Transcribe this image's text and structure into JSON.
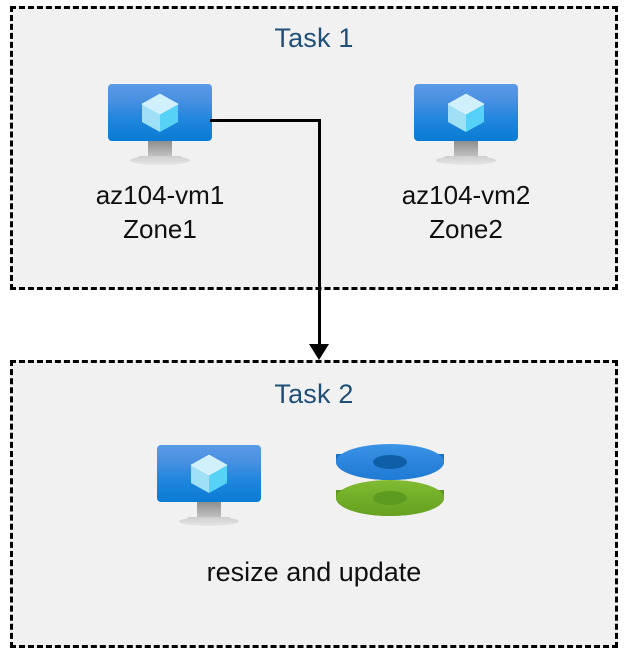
{
  "diagram": {
    "background_color": "#ffffff",
    "box_fill_color": "#f1f1f1",
    "box_border_color": "#000000",
    "title_color": "#1F4E79",
    "label_color": "#101010",
    "connector_color": "#000000"
  },
  "task1": {
    "title": "Task 1",
    "vms": [
      {
        "icon": "virtual-machine-icon",
        "name": "az104-vm1",
        "zone": "Zone1"
      },
      {
        "icon": "virtual-machine-icon",
        "name": "az104-vm2",
        "zone": "Zone2"
      }
    ]
  },
  "connector": {
    "name": "arrow-task1-to-task2",
    "direction": "down",
    "arrowhead": "arrow-down-icon"
  },
  "task2": {
    "title": "Task 2",
    "icons": [
      {
        "icon": "virtual-machine-icon"
      },
      {
        "icon": "managed-disks-icon",
        "disk_colors": [
          "#2E86DD",
          "#72AE28"
        ]
      }
    ],
    "caption": "resize and update"
  }
}
